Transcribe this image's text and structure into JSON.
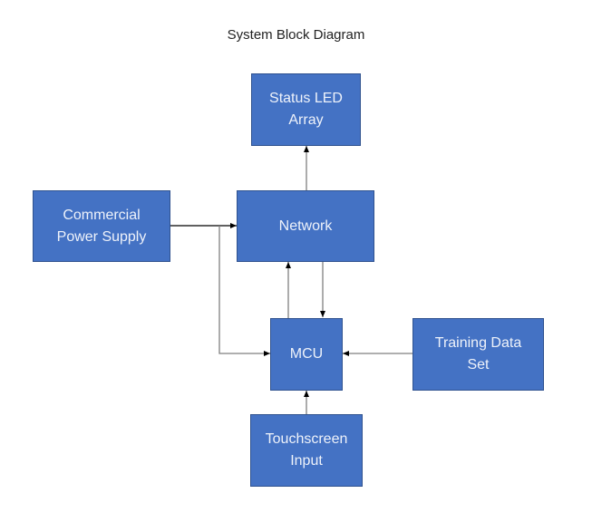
{
  "title": "System Block Diagram",
  "colors": {
    "block_fill": "#4472C4",
    "block_border": "#2F528F",
    "connector": "#7f7f7f",
    "arrowhead": "#000000"
  },
  "blocks": {
    "status_led": "Status LED\nArray",
    "power_supply": "Commercial\nPower Supply",
    "network": "Network",
    "mcu": "MCU",
    "training_data": "Training Data\nSet",
    "touchscreen": "Touchscreen\nInput"
  },
  "connections": [
    {
      "from": "Network",
      "to": "Status LED Array"
    },
    {
      "from": "Commercial Power Supply",
      "to": "Network"
    },
    {
      "from": "Commercial Power Supply",
      "to": "MCU"
    },
    {
      "from": "MCU",
      "to": "Network"
    },
    {
      "from": "Network",
      "to": "MCU"
    },
    {
      "from": "Training Data Set",
      "to": "MCU"
    },
    {
      "from": "Touchscreen Input",
      "to": "MCU"
    }
  ]
}
